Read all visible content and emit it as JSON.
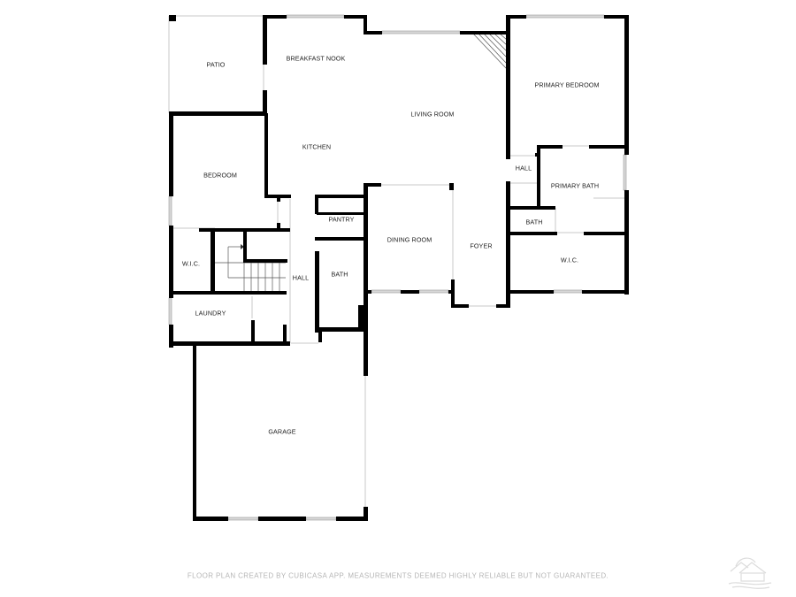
{
  "plan": {
    "rooms": [
      {
        "id": "patio",
        "label": "PATIO"
      },
      {
        "id": "breakfast-nook",
        "label": "BREAKFAST NOOK"
      },
      {
        "id": "living-room",
        "label": "LIVING ROOM"
      },
      {
        "id": "primary-bedroom",
        "label": "PRIMARY BEDROOM"
      },
      {
        "id": "kitchen",
        "label": "KITCHEN"
      },
      {
        "id": "bedroom",
        "label": "BEDROOM"
      },
      {
        "id": "hall-primary",
        "label": "HALL"
      },
      {
        "id": "primary-bath",
        "label": "PRIMARY BATH"
      },
      {
        "id": "pantry",
        "label": "PANTRY"
      },
      {
        "id": "bath-primary",
        "label": "BATH"
      },
      {
        "id": "dining-room",
        "label": "DINING ROOM"
      },
      {
        "id": "foyer",
        "label": "FOYER"
      },
      {
        "id": "wic-left",
        "label": "W.I.C."
      },
      {
        "id": "hall-center",
        "label": "HALL"
      },
      {
        "id": "bath-center",
        "label": "BATH"
      },
      {
        "id": "wic-primary",
        "label": "W.I.C."
      },
      {
        "id": "laundry",
        "label": "LAUNDRY"
      },
      {
        "id": "garage",
        "label": "GARAGE"
      }
    ]
  },
  "footer": {
    "disclaimer": "FLOOR PLAN CREATED BY CUBICASA APP. MEASUREMENTS DEEMED HIGHLY RELIABLE BUT NOT GUARANTEED."
  },
  "logo": {
    "icon": "mls-house-watermark-icon"
  }
}
